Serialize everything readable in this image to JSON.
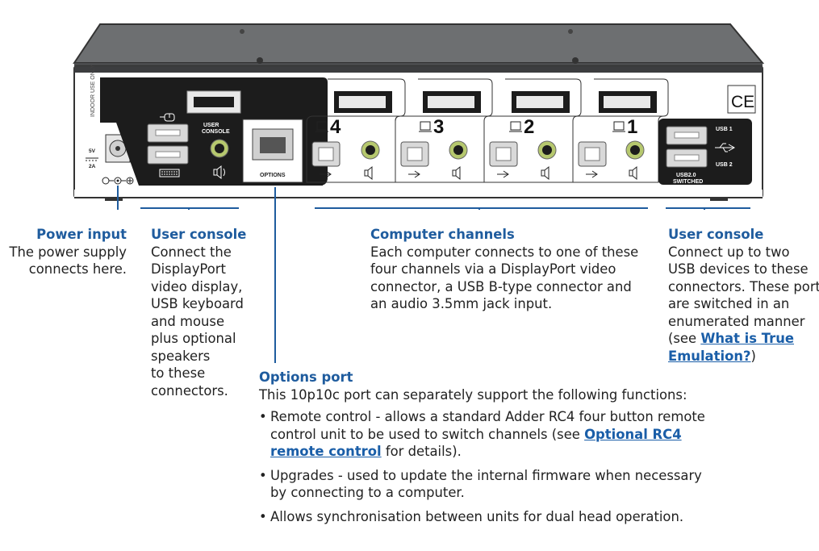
{
  "device": {
    "labels": {
      "indoor": "INDOOR USE ONLY",
      "volt": "5V",
      "amp": "2A",
      "user_console": [
        "USER",
        "CONSOLE"
      ],
      "options": "OPTIONS",
      "usb1": "USB 1",
      "usb2": "USB 2",
      "usb_switched": [
        "USB2.0",
        "SWITCHED"
      ],
      "ce": "CE"
    },
    "channels": [
      "4",
      "3",
      "2",
      "1"
    ]
  },
  "callouts": {
    "power": {
      "title": "Power input",
      "lines": [
        "The power supply",
        "connects here."
      ]
    },
    "console_left": {
      "title": "User console",
      "lines": [
        "Connect the",
        "DisplayPort",
        "video display,",
        "USB keyboard",
        "and mouse",
        "plus optional",
        "speakers",
        "to these",
        "connectors."
      ]
    },
    "channels": {
      "title": "Computer channels",
      "lines": [
        "Each computer connects to one of these",
        "four channels via a DisplayPort video",
        "connector, a USB B-type connector and",
        "an audio 3.5mm jack input."
      ]
    },
    "console_right": {
      "title": "User console",
      "lines": [
        "Connect up to two",
        "USB devices to these",
        "connectors. These ports",
        "are switched in an",
        "enumerated manner"
      ],
      "see_prefix": "(see ",
      "link1": "What is True",
      "link2": "Emulation?",
      "see_suffix": ")"
    },
    "options": {
      "title": "Options port",
      "intro": "This 10p10c port can separately support the following functions:",
      "bullet1": {
        "line1": "Remote control - allows a standard Adder RC4 four button remote",
        "line2_prefix": "control unit to be used to switch channels (see ",
        "link_a": "Optional RC4",
        "link_b": "remote control",
        "line3_suffix": " for details)."
      },
      "bullet2": {
        "line1": "Upgrades - used to update the internal firmware when necessary",
        "line2": "by connecting to a computer."
      },
      "bullet3": {
        "line1": "Allows synchronisation between units for dual head operation."
      },
      "bullet_symbol": "•"
    }
  }
}
